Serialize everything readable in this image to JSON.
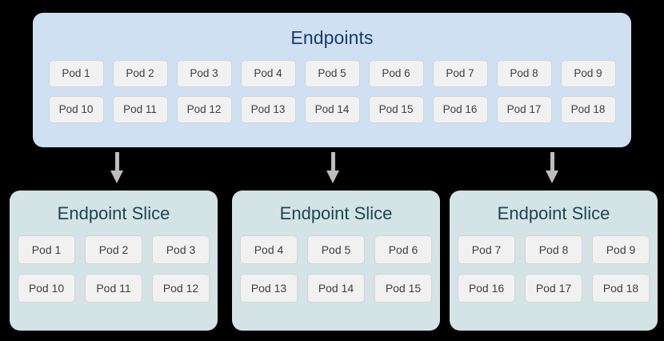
{
  "diagram": {
    "background_color": "#000000",
    "endpoints": {
      "title": "Endpoints",
      "panel_color": "#cfe0f3",
      "title_color": "#1b3a6b",
      "rows": [
        [
          "Pod 1",
          "Pod 2",
          "Pod 3",
          "Pod 4",
          "Pod 5",
          "Pod 6",
          "Pod 7",
          "Pod 8",
          "Pod 9"
        ],
        [
          "Pod 10",
          "Pod 11",
          "Pod 12",
          "Pod 13",
          "Pod 14",
          "Pod 15",
          "Pod 16",
          "Pod 17",
          "Pod 18"
        ]
      ]
    },
    "arrows": {
      "color": "#bdbdbd",
      "count": 3,
      "direction": "down"
    },
    "slices": [
      {
        "title": "Endpoint Slice",
        "panel_color": "#d4e3e5",
        "title_color": "#1a4852",
        "rows": [
          [
            "Pod 1",
            "Pod 2",
            "Pod 3"
          ],
          [
            "Pod 10",
            "Pod 11",
            "Pod 12"
          ]
        ]
      },
      {
        "title": "Endpoint Slice",
        "panel_color": "#d4e3e5",
        "title_color": "#1a4852",
        "rows": [
          [
            "Pod 4",
            "Pod 5",
            "Pod 6"
          ],
          [
            "Pod 13",
            "Pod 14",
            "Pod 15"
          ]
        ]
      },
      {
        "title": "Endpoint Slice",
        "panel_color": "#d4e3e5",
        "title_color": "#1a4852",
        "rows": [
          [
            "Pod 7",
            "Pod 8",
            "Pod 9"
          ],
          [
            "Pod 16",
            "Pod 17",
            "Pod 18"
          ]
        ]
      }
    ],
    "pod_chip": {
      "background_color": "#f1f1f1",
      "border_color": "#d4d4d4",
      "text_color": "#3e3e3e"
    }
  }
}
